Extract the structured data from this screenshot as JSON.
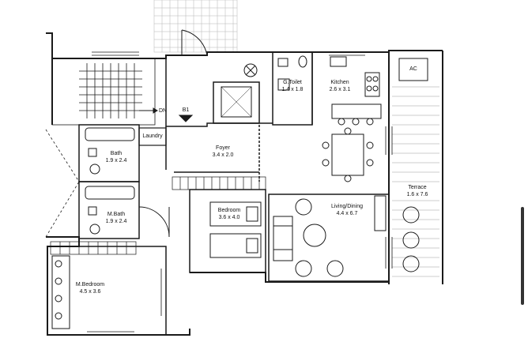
{
  "rooms": {
    "gtoilet": {
      "name": "G.Toilet",
      "size": "1.4 x 1.8"
    },
    "kitchen": {
      "name": "Kitchen",
      "size": "2.6 x 3.1"
    },
    "ac": {
      "name": "AC"
    },
    "foyer": {
      "name": "Foyer",
      "size": "3.4 x 2.0"
    },
    "bath": {
      "name": "Bath",
      "size": "1.9 x 2.4"
    },
    "mbath": {
      "name": "M.Bath",
      "size": "1.9 x 2.4"
    },
    "laundry": {
      "name": "Laundry"
    },
    "bedroom": {
      "name": "Bedroom",
      "size": "3.6 x 4.0"
    },
    "living": {
      "name": "Living/Dining",
      "size": "4.4 x 6.7"
    },
    "terrace": {
      "name": "Terrace",
      "size": "1.6 x 7.6"
    },
    "mbedroom": {
      "name": "M.Bedroom",
      "size": "4.5 x 3.6"
    }
  },
  "markers": {
    "stair_down": "DN",
    "unit": "B1"
  },
  "colors": {
    "line": "#1a1a1a",
    "hatch": "#9a9a9a",
    "background": "#ffffff"
  }
}
